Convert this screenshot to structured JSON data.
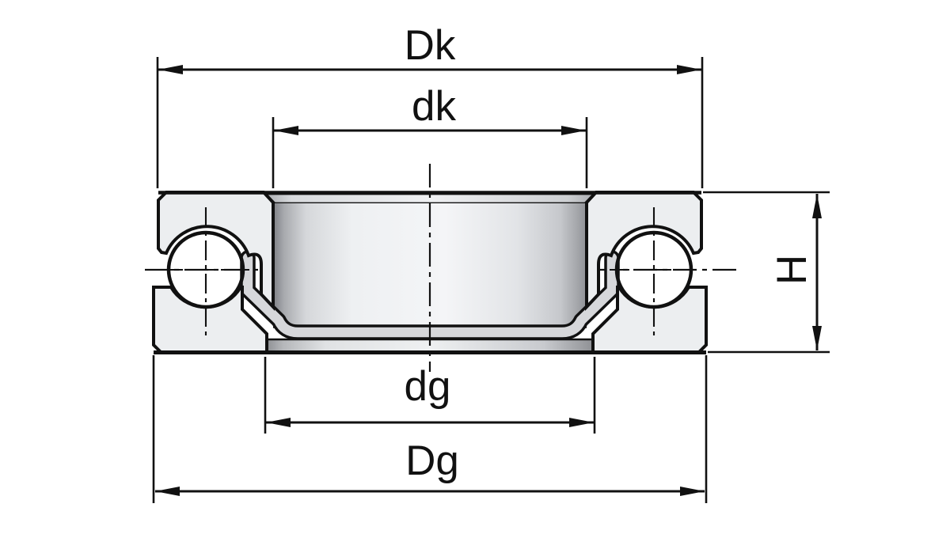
{
  "drawing": {
    "description": "Thrust ball bearing cross-section with dimension labels",
    "background_color": "#ffffff",
    "line_color": "#111111",
    "metal_fill_color": "#eceef0",
    "cage_fill_color": "#d6d7da",
    "labels": {
      "outer_diameter_top": "Dk",
      "inner_diameter_top": "dk",
      "inner_diameter_bottom": "dg",
      "outer_diameter_bottom": "Dg",
      "height": "H"
    }
  }
}
